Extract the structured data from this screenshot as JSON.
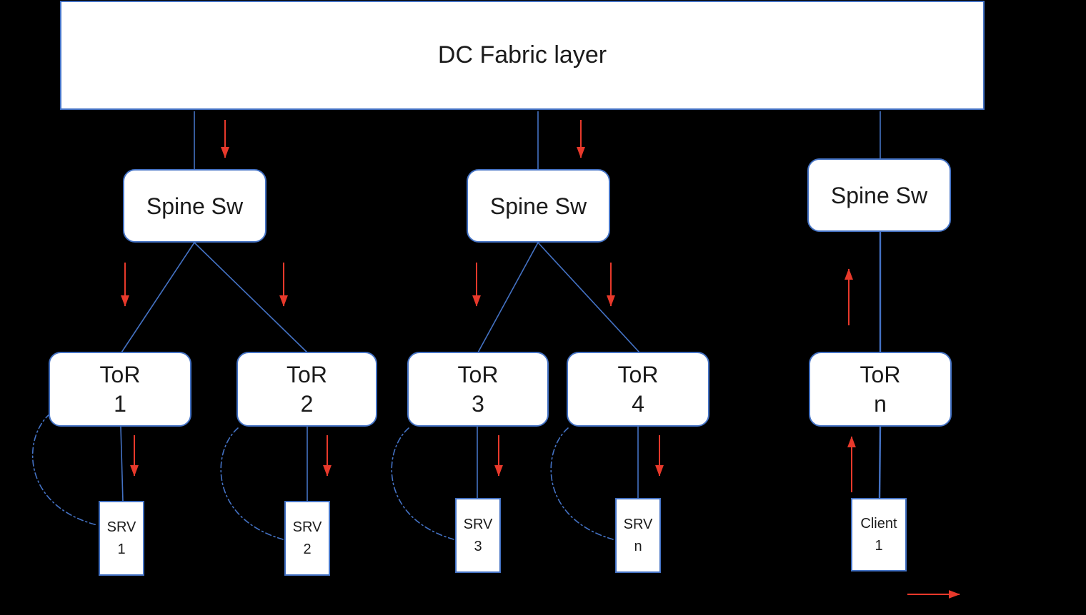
{
  "colors": {
    "connector_blue": "#4472C4",
    "arrow_red": "#E8392B",
    "box_fill": "#FFFFFF",
    "text_color": "#1B1B1B",
    "background": "#000000"
  },
  "fabric": {
    "label": "DC Fabric layer"
  },
  "spine_switches": [
    {
      "label": "Spine Sw"
    },
    {
      "label": "Spine Sw"
    },
    {
      "label": "Spine Sw"
    }
  ],
  "tor_switches": [
    {
      "name": "ToR",
      "number": "1"
    },
    {
      "name": "ToR",
      "number": "2"
    },
    {
      "name": "ToR",
      "number": "3"
    },
    {
      "name": "ToR",
      "number": "4"
    },
    {
      "name": "ToR",
      "number": "n"
    }
  ],
  "endpoints": [
    {
      "name": "SRV",
      "number": "1"
    },
    {
      "name": "SRV",
      "number": "2"
    },
    {
      "name": "SRV",
      "number": "3"
    },
    {
      "name": "SRV",
      "number": "n"
    },
    {
      "name": "Client",
      "number": "1"
    }
  ]
}
